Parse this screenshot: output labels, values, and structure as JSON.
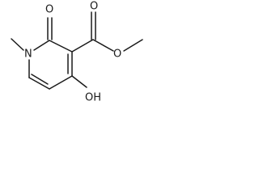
{
  "molecule": {
    "atoms": {
      "n1": "N",
      "o_ring_carbonyl": "O",
      "o_ester_carbonyl": "O",
      "o_ester_ether": "O",
      "o_hydroxyl": "OH"
    }
  }
}
